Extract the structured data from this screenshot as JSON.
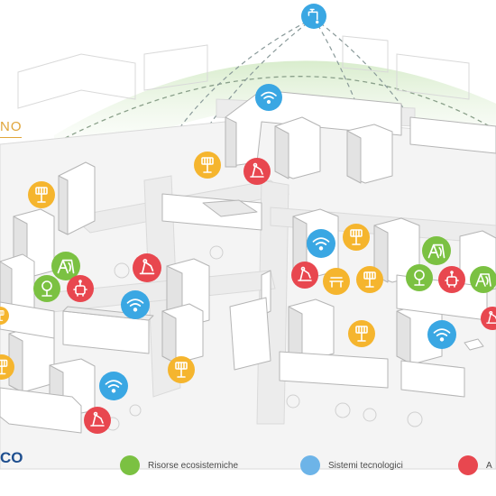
{
  "header": {
    "partial_title": "NO"
  },
  "footer": {
    "logo_fragment": "CO"
  },
  "legend": {
    "items": [
      {
        "label": "Risorse ecosistemiche",
        "color": "#7bc142"
      },
      {
        "label": "Sistemi tecnologici",
        "color": "#6db4e8"
      },
      {
        "label": "A",
        "color": "#e8474f"
      }
    ]
  },
  "marker_colors": {
    "ecosystem": "#7bc142",
    "technology": "#3aa7e3",
    "activity": "#e8474f",
    "services": "#f5b52e"
  },
  "markers": [
    {
      "category": "technology",
      "icon": "tap-icon"
    },
    {
      "category": "technology",
      "icon": "wifi-icon"
    },
    {
      "category": "services",
      "icon": "lamp-icon"
    },
    {
      "category": "activity",
      "icon": "fitness-icon"
    },
    {
      "category": "services",
      "icon": "lamp-icon"
    },
    {
      "category": "ecosystem",
      "icon": "playground-icon"
    },
    {
      "category": "ecosystem",
      "icon": "tree-icon"
    },
    {
      "category": "activity",
      "icon": "robot-icon"
    },
    {
      "category": "activity",
      "icon": "fitness-icon"
    },
    {
      "category": "technology",
      "icon": "wifi-icon"
    },
    {
      "category": "services",
      "icon": "lamp-icon"
    },
    {
      "category": "technology",
      "icon": "wifi-icon"
    },
    {
      "category": "activity",
      "icon": "fitness-icon"
    },
    {
      "category": "services",
      "icon": "lamp-icon"
    },
    {
      "category": "technology",
      "icon": "wifi-icon"
    },
    {
      "category": "services",
      "icon": "lamp-icon"
    },
    {
      "category": "ecosystem",
      "icon": "playground-icon"
    },
    {
      "category": "activity",
      "icon": "fitness-icon"
    },
    {
      "category": "services",
      "icon": "bench-icon"
    },
    {
      "category": "services",
      "icon": "lamp-icon"
    },
    {
      "category": "ecosystem",
      "icon": "tree-icon"
    },
    {
      "category": "activity",
      "icon": "robot-icon"
    },
    {
      "category": "ecosystem",
      "icon": "playground-icon"
    },
    {
      "category": "activity",
      "icon": "fitness-icon"
    },
    {
      "category": "services",
      "icon": "lamp-icon"
    },
    {
      "category": "technology",
      "icon": "wifi-icon"
    },
    {
      "category": "services",
      "icon": "lamp-icon"
    }
  ]
}
